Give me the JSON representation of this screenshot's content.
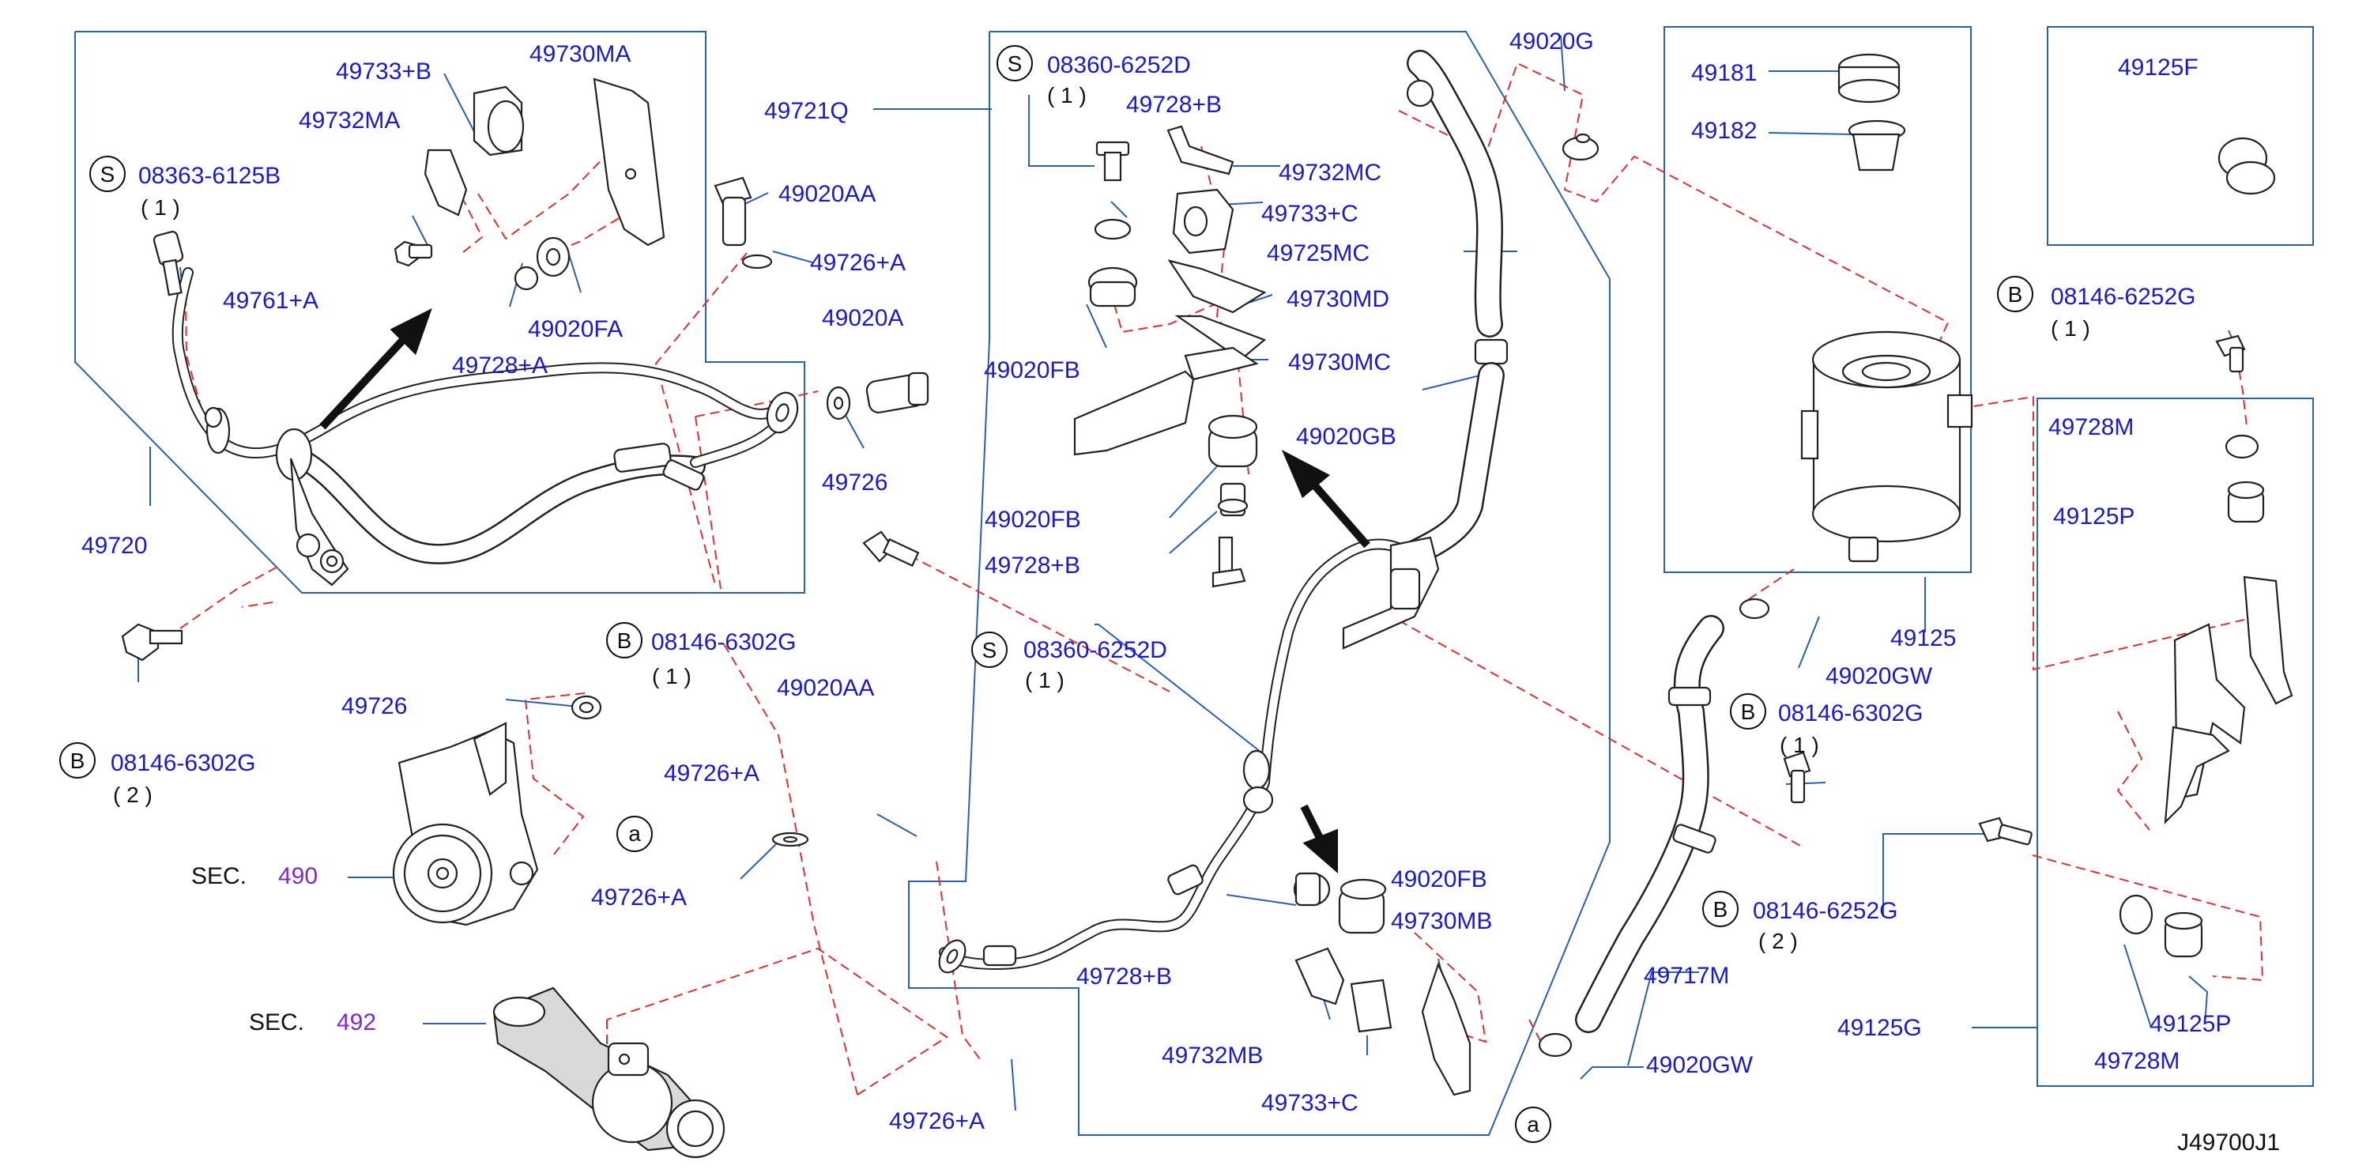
{
  "diagram_code": "J49700J1",
  "callouts": [
    {
      "id": "c_49733B",
      "text": "49733+B"
    },
    {
      "id": "c_49730MA",
      "text": "49730MA"
    },
    {
      "id": "c_49732MA",
      "text": "49732MA"
    },
    {
      "id": "c_08363",
      "text": "08363-6125B",
      "badge": "S",
      "qty": "( 1 )"
    },
    {
      "id": "c_49761A",
      "text": "49761+A"
    },
    {
      "id": "c_49020FA",
      "text": "49020FA"
    },
    {
      "id": "c_49728A",
      "text": "49728+A"
    },
    {
      "id": "c_49720",
      "text": "49720"
    },
    {
      "id": "c_49721Q",
      "text": "49721Q"
    },
    {
      "id": "c_49020AA_1",
      "text": "49020AA"
    },
    {
      "id": "c_49726A_1",
      "text": "49726+A"
    },
    {
      "id": "c_49020A",
      "text": "49020A"
    },
    {
      "id": "c_49726_1",
      "text": "49726"
    },
    {
      "id": "c_08146_6302G_2",
      "text": "08146-6302G",
      "badge": "B",
      "qty": "( 2 )"
    },
    {
      "id": "c_08146_6302G_1",
      "text": "08146-6302G",
      "badge": "B",
      "qty": "( 1 )"
    },
    {
      "id": "c_49726_2",
      "text": "49726"
    },
    {
      "id": "c_49726A_2",
      "text": "49726+A"
    },
    {
      "id": "c_49726A_3",
      "text": "49726+A"
    },
    {
      "id": "c_49020AA_2",
      "text": "49020AA"
    },
    {
      "id": "c_49726A_4",
      "text": "49726+A"
    },
    {
      "id": "c_08360_1",
      "text": "08360-6252D",
      "badge": "S",
      "qty": "( 1 )"
    },
    {
      "id": "c_49728B_1",
      "text": "49728+B"
    },
    {
      "id": "c_49732MC",
      "text": "49732MC"
    },
    {
      "id": "c_49733C_1",
      "text": "49733+C"
    },
    {
      "id": "c_49725MC",
      "text": "49725MC"
    },
    {
      "id": "c_49730MD",
      "text": "49730MD"
    },
    {
      "id": "c_49020FB_1",
      "text": "49020FB"
    },
    {
      "id": "c_49730MC",
      "text": "49730MC"
    },
    {
      "id": "c_49020GB",
      "text": "49020GB"
    },
    {
      "id": "c_49020FB_2",
      "text": "49020FB"
    },
    {
      "id": "c_49728B_2",
      "text": "49728+B"
    },
    {
      "id": "c_08360_2",
      "text": "08360-6252D",
      "badge": "S",
      "qty": "( 1 )"
    },
    {
      "id": "c_49020G",
      "text": "49020G"
    },
    {
      "id": "c_49020FB_3",
      "text": "49020FB"
    },
    {
      "id": "c_49730MB",
      "text": "49730MB"
    },
    {
      "id": "c_49728B_3",
      "text": "49728+B"
    },
    {
      "id": "c_49732MB",
      "text": "49732MB"
    },
    {
      "id": "c_49733C_2",
      "text": "49733+C"
    },
    {
      "id": "c_49181",
      "text": "49181"
    },
    {
      "id": "c_49182",
      "text": "49182"
    },
    {
      "id": "c_49125",
      "text": "49125"
    },
    {
      "id": "c_49020GW_1",
      "text": "49020GW"
    },
    {
      "id": "c_08146_6302G_3",
      "text": "08146-6302G",
      "badge": "B",
      "qty": "( 1 )"
    },
    {
      "id": "c_08146_6252G_2",
      "text": "08146-6252G",
      "badge": "B",
      "qty": "( 2 )"
    },
    {
      "id": "c_49717M",
      "text": "49717M"
    },
    {
      "id": "c_49020GW_2",
      "text": "49020GW"
    },
    {
      "id": "c_49125F",
      "text": "49125F"
    },
    {
      "id": "c_08146_6252G_1",
      "text": "08146-6252G",
      "badge": "B",
      "qty": "( 1 )"
    },
    {
      "id": "c_49728M_1",
      "text": "49728M"
    },
    {
      "id": "c_49125P_1",
      "text": "49125P"
    },
    {
      "id": "c_49125G",
      "text": "49125G"
    },
    {
      "id": "c_49125P_2",
      "text": "49125P"
    },
    {
      "id": "c_49728M_2",
      "text": "49728M"
    }
  ],
  "sections": [
    {
      "prefix": "SEC.",
      "number": "490"
    },
    {
      "prefix": "SEC.",
      "number": "492"
    }
  ],
  "connectors": [
    {
      "letter": "a"
    },
    {
      "letter": "a"
    }
  ]
}
